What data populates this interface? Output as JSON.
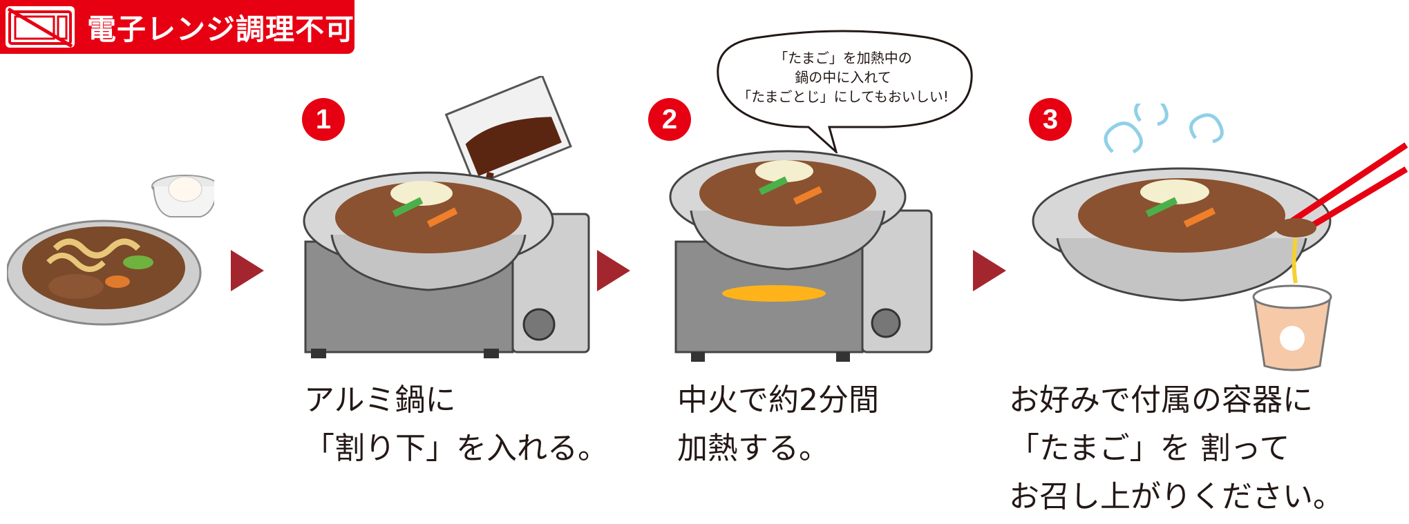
{
  "badge": {
    "label": "電子レンジ調理不可"
  },
  "steps": [
    {
      "number": "1",
      "lines": [
        "アルミ鍋に",
        "「割り下」を入れる。"
      ]
    },
    {
      "number": "2",
      "lines": [
        "中火で約2分間",
        "加熱する。"
      ]
    },
    {
      "number": "3",
      "lines": [
        "お好みで付属の容器に",
        "「たまご」を 割って",
        "お召し上がりください。"
      ]
    }
  ],
  "bubble": {
    "lines": [
      "「たまご」を加熱中の",
      "鍋の中に入れて",
      "「たまごとじ」にしてもおいしい!"
    ]
  },
  "colors": {
    "accent": "#e60012",
    "arrow": "#a3262e",
    "text": "#231815"
  },
  "icons": [
    "no-microwave-icon",
    "step-arrow-icon"
  ]
}
